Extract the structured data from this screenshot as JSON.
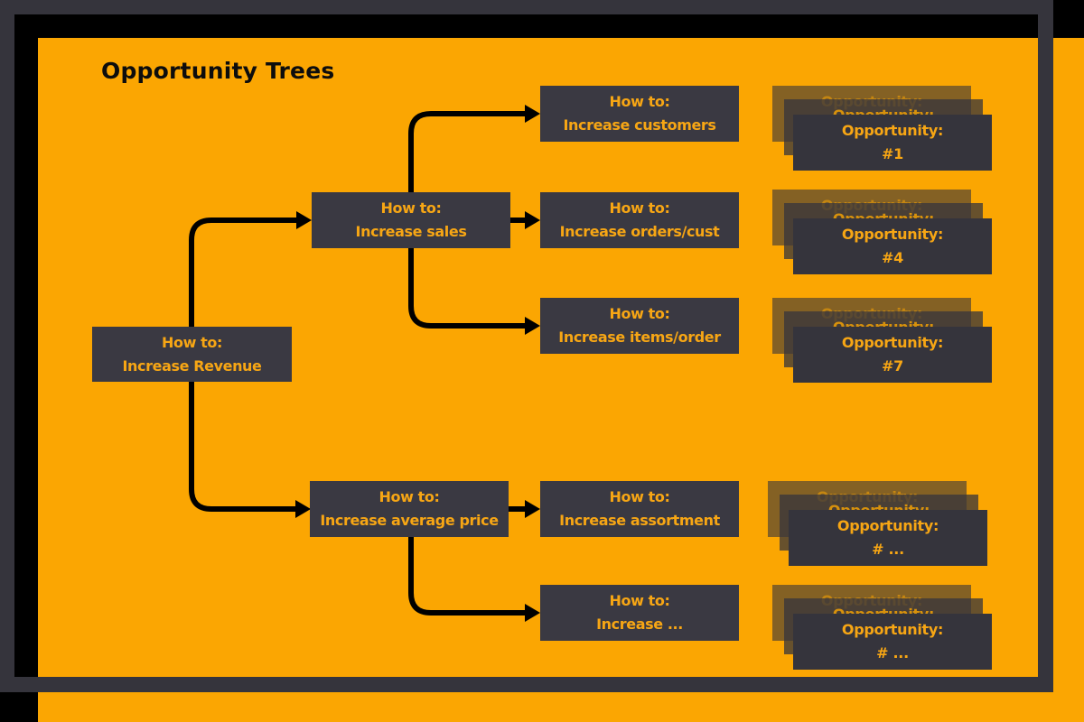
{
  "title": "Opportunity Trees",
  "colors": {
    "background_orange": "#FBA602",
    "panel_dark": "#35343C",
    "node_dark": "#3A3942",
    "frame_black": "#000000",
    "node_text_orange": "#F7A614",
    "title_black": "#0D0D0D"
  },
  "nodes": {
    "root": {
      "line1": "How to:",
      "line2": "Increase Revenue"
    },
    "sales": {
      "line1": "How to:",
      "line2": "Increase sales"
    },
    "avg_price": {
      "line1": "How to:",
      "line2": "Increase average price"
    },
    "customers": {
      "line1": "How to:",
      "line2": "Increase customers"
    },
    "orders_per_cust": {
      "line1": "How to:",
      "line2": "Increase orders/cust"
    },
    "items_per_order": {
      "line1": "How to:",
      "line2": "Increase items/order"
    },
    "assortment": {
      "line1": "How to:",
      "line2": "Increase assortment"
    },
    "increase_more": {
      "line1": "How to:",
      "line2": "Increase ..."
    }
  },
  "stacks": [
    {
      "title": "Opportunity:",
      "number": "#1"
    },
    {
      "title": "Opportunity:",
      "number": "#4"
    },
    {
      "title": "Opportunity:",
      "number": "#7"
    },
    {
      "title": "Opportunity:",
      "number": "# ..."
    },
    {
      "title": "Opportunity:",
      "number": "# ..."
    }
  ]
}
